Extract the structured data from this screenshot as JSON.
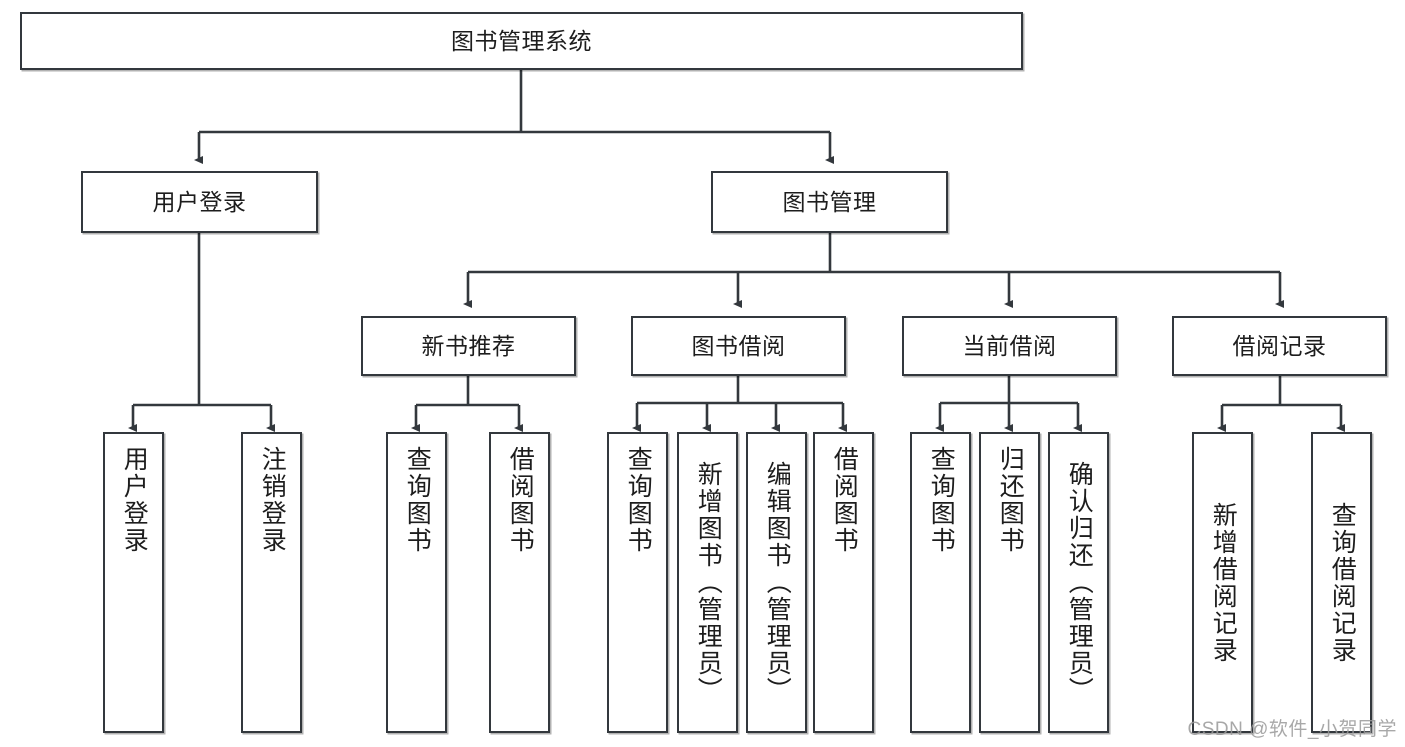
{
  "diagram": {
    "title": "图书管理系统",
    "type": "tree",
    "watermark": "CSDN @软件_小贺同学",
    "colors": {
      "box_border": "#33383d",
      "box_fill": "#ffffff",
      "connector": "#33383d",
      "text": "#1d1d1d",
      "watermark": "#9a9a9a"
    },
    "nodes": {
      "root": {
        "label": "图书管理系统"
      },
      "level2": [
        {
          "label": "用户登录"
        },
        {
          "label": "图书管理"
        }
      ],
      "level3": [
        {
          "label": "新书推荐"
        },
        {
          "label": "图书借阅"
        },
        {
          "label": "当前借阅"
        },
        {
          "label": "借阅记录"
        }
      ],
      "leaves": {
        "user_login": [
          {
            "label": "用户登录"
          },
          {
            "label": "注销登录"
          }
        ],
        "new_book": [
          {
            "label": "查询图书"
          },
          {
            "label": "借阅图书"
          }
        ],
        "book_borrow": [
          {
            "label": "查询图书"
          },
          {
            "label": "新增图书（管理员）"
          },
          {
            "label": "编辑图书（管理员）"
          },
          {
            "label": "借阅图书"
          }
        ],
        "current_borrow": [
          {
            "label": "查询图书"
          },
          {
            "label": "归还图书"
          },
          {
            "label": "确认归还（管理员）"
          }
        ],
        "borrow_record": [
          {
            "label": "新增借阅记录"
          },
          {
            "label": "查询借阅记录"
          }
        ]
      }
    }
  }
}
